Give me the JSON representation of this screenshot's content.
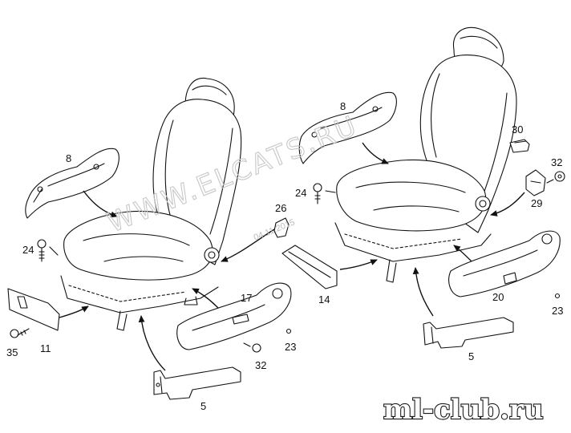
{
  "watermark": {
    "site": "WWW.ELCATS.RU",
    "date": "04.11.2015"
  },
  "logo": {
    "text": "ml-club.ru"
  },
  "callouts": {
    "left": {
      "part_8": "8",
      "part_24": "24",
      "part_26": "26",
      "part_17": "17",
      "part_11": "11",
      "part_35": "35",
      "part_32": "32",
      "part_23": "23",
      "part_5": "5"
    },
    "center": {
      "part_14": "14"
    },
    "right": {
      "part_8": "8",
      "part_30": "30",
      "part_32": "32",
      "part_24": "24",
      "part_29": "29",
      "part_20": "20",
      "part_23": "23",
      "part_5": "5"
    }
  },
  "colors": {
    "line": "#111111",
    "watermark": "#c8c8c8",
    "background": "#ffffff"
  }
}
